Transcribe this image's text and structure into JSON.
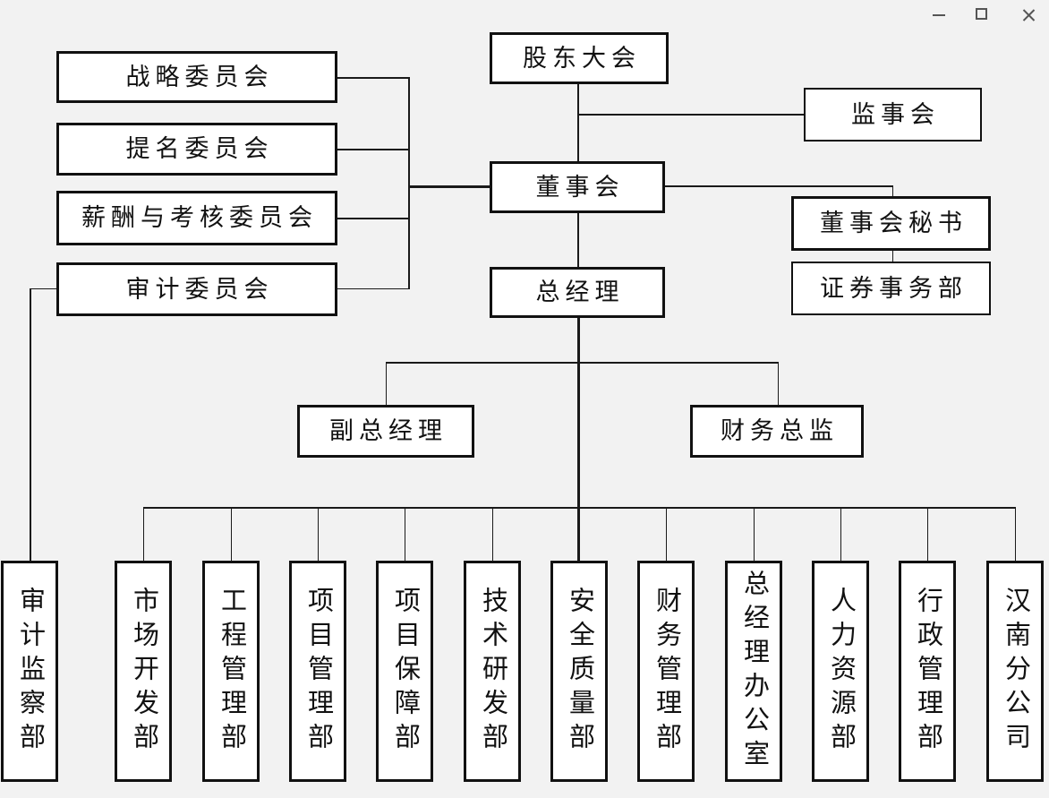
{
  "window": {
    "controls": [
      {
        "name": "minimize"
      },
      {
        "name": "maximize"
      },
      {
        "name": "close"
      }
    ]
  },
  "org": {
    "shareholders_meeting": {
      "label": "股东大会"
    },
    "strategy_committee": {
      "label": "战略委员会"
    },
    "nomination_committee": {
      "label": "提名委员会"
    },
    "compensation_committee": {
      "label": "薪酬与考核委员会"
    },
    "audit_committee": {
      "label": "审计委员会"
    },
    "supervisory_board": {
      "label": "监事会"
    },
    "board_of_directors": {
      "label": "董事会"
    },
    "board_secretary": {
      "label": "董事会秘书"
    },
    "securities_affairs_dept": {
      "label": "证券事务部"
    },
    "general_manager": {
      "label": "总经理"
    },
    "deputy_general_manager": {
      "label": "副总经理"
    },
    "finance_director": {
      "label": "财务总监"
    },
    "departments": [
      {
        "label": "审计监察部"
      },
      {
        "label": "市场开发部"
      },
      {
        "label": "工程管理部"
      },
      {
        "label": "项目管理部"
      },
      {
        "label": "项目保障部"
      },
      {
        "label": "技术研发部"
      },
      {
        "label": "安全质量部"
      },
      {
        "label": "财务管理部"
      },
      {
        "label": "总经理办公室"
      },
      {
        "label": "人力资源部"
      },
      {
        "label": "行政管理部"
      },
      {
        "label": "汉南分公司"
      }
    ]
  },
  "colors": {
    "background": "#f2f2f2",
    "node_fill": "#ffffff",
    "line": "#1a1a1a",
    "window_control": "#555555"
  }
}
